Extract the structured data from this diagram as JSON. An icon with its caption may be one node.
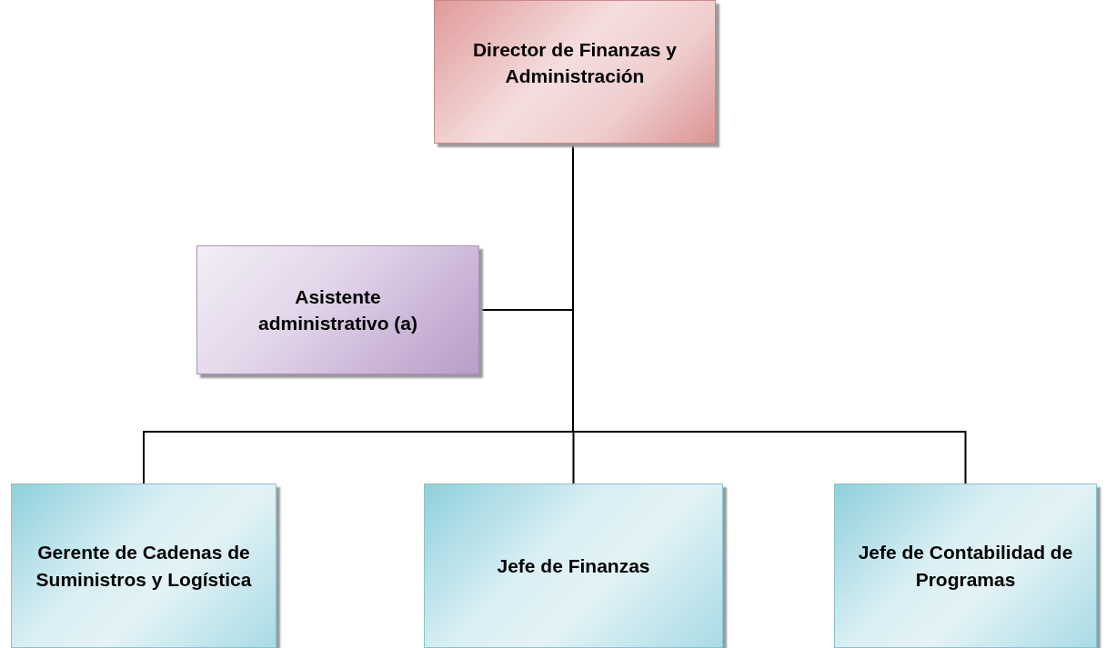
{
  "diagram": {
    "nodes": [
      {
        "text": [
          "Director de Finanzas y Administración"
        ]
      },
      {
        "text": [
          "Asistente administrativo (a)"
        ]
      },
      {
        "text": [
          "Gerente de Cadenas de Suministros y Logística"
        ]
      },
      {
        "text": [
          "Jefe de Finanzas"
        ]
      },
      {
        "text": [
          "Jefe de Contabilidad de Programas"
        ]
      }
    ],
    "edges": [
      {
        "from": 0,
        "to": 1,
        "arrow": "none"
      },
      {
        "from": 0,
        "to": 2,
        "arrow": "none"
      },
      {
        "from": 0,
        "to": 3,
        "arrow": "none"
      },
      {
        "from": 0,
        "to": 4,
        "arrow": "none"
      }
    ]
  }
}
